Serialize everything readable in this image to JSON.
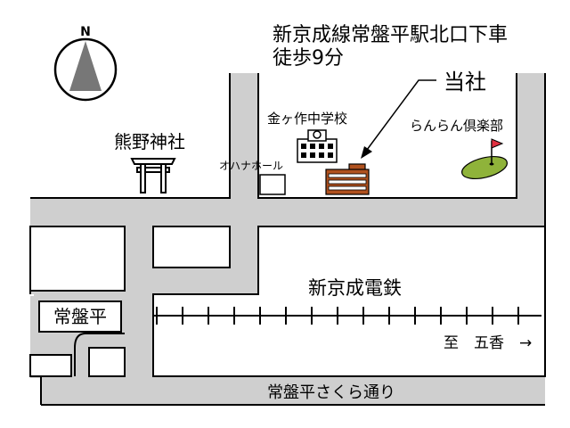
{
  "compass": {
    "north_label": "N"
  },
  "access_note": {
    "line1": "新京成線常盤平駅北口下車",
    "line2": "徒歩9分"
  },
  "labels": {
    "company": "当社",
    "shrine": "熊野神社",
    "school": "金ヶ作中学校",
    "club": "らんらん倶楽部",
    "shop": "オハナホール",
    "station": "常盤平",
    "railway": "新京成電鉄",
    "direction": "至　五香　→",
    "avenue": "常盤平さくら通り"
  },
  "icons": [
    "north-arrow-icon",
    "torii-gate-icon",
    "school-building-icon",
    "company-building-icon",
    "golf-flag-icon"
  ],
  "colors": {
    "road": "#cfcfcf",
    "road_edge": "#000000",
    "building": "#b0511e",
    "green": "#8fb33a",
    "flag": "#e03040"
  }
}
